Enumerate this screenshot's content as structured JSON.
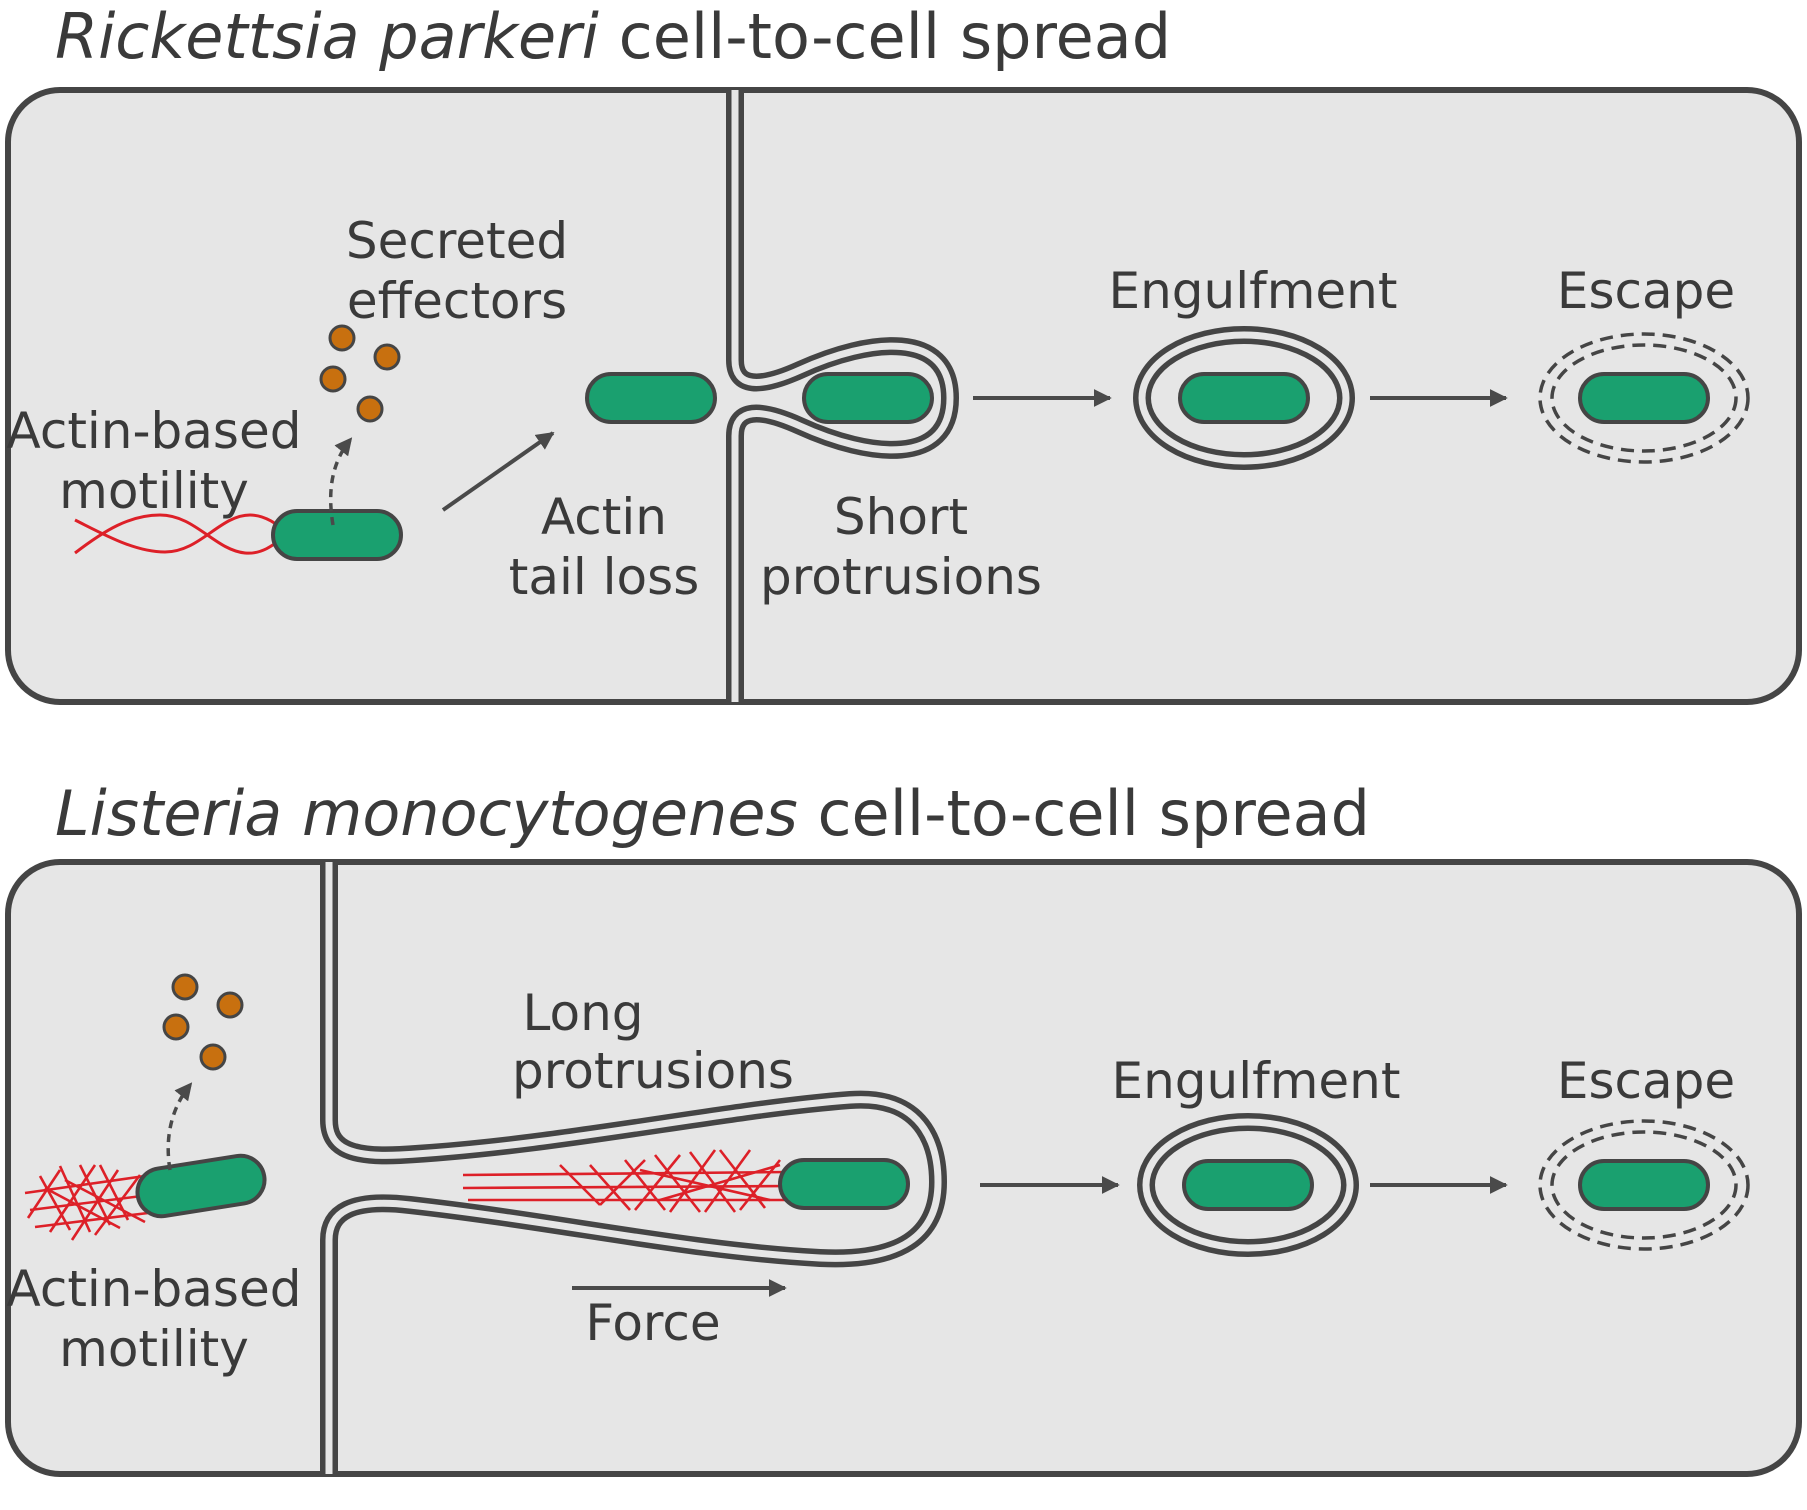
{
  "colors": {
    "panel_fill": "#e6e6e6",
    "outline": "#454545",
    "bacterium": "#1aa06f",
    "actin": "#dd2028",
    "effector": "#c8700f",
    "arrow": "#4a4a4a"
  },
  "rickettsia": {
    "title_species": "Rickettsia parkeri",
    "title_rest": " cell-to-cell spread",
    "actin_motility_1": "Actin-based",
    "actin_motility_2": "motility",
    "effectors_1": "Secreted",
    "effectors_2": "effectors",
    "tail_loss_1": "Actin",
    "tail_loss_2": "tail loss",
    "short_1": "Short",
    "short_2": "protrusions",
    "engulfment": "Engulfment",
    "escape": "Escape"
  },
  "listeria": {
    "title_species": "Listeria monocytogenes",
    "title_rest": " cell-to-cell spread",
    "actin_motility_1": "Actin-based",
    "actin_motility_2": "motility",
    "long_1": "Long",
    "long_2": "protrusions",
    "force": "Force",
    "engulfment": "Engulfment",
    "escape": "Escape"
  }
}
